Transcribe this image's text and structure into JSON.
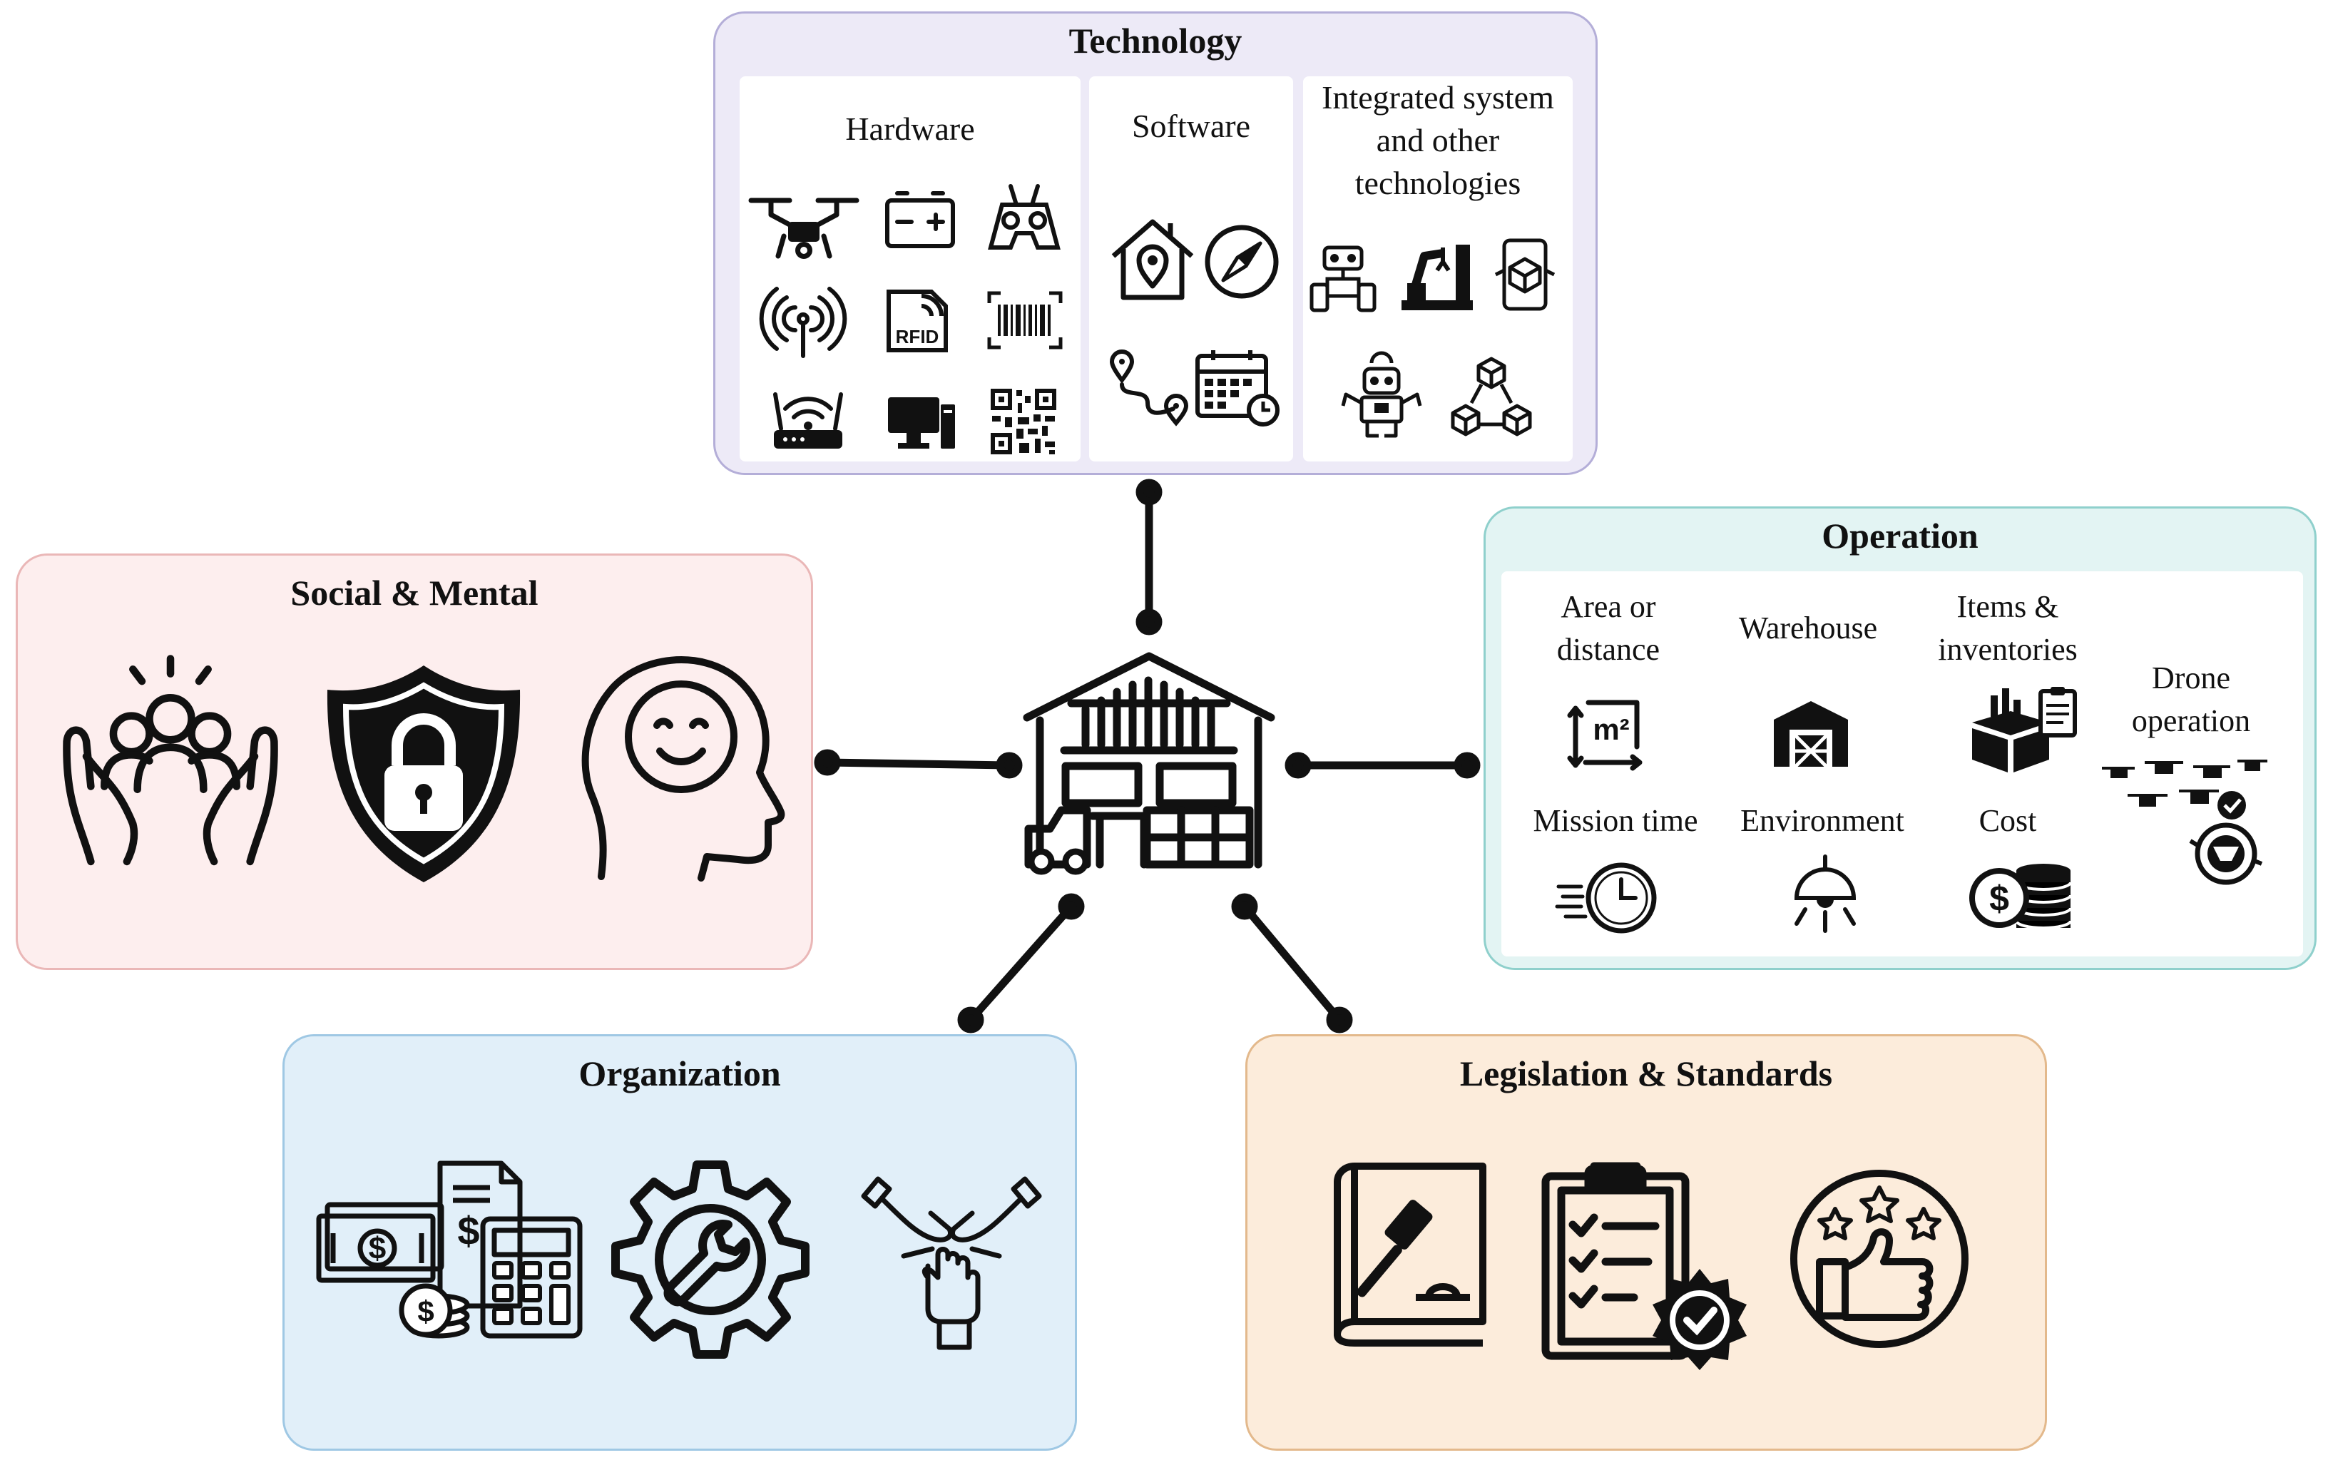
{
  "center": {
    "icon": "warehouse-icon"
  },
  "technology": {
    "title": "Technology",
    "hardware": {
      "label": "Hardware",
      "icons": [
        "drone-camera-icon",
        "battery-icon",
        "remote-controller-icon",
        "antenna-signal-icon",
        "rfid-icon",
        "barcode-icon",
        "wifi-router-icon",
        "computer-icon",
        "qr-code-icon"
      ]
    },
    "software": {
      "label": "Software",
      "icons": [
        "home-location-icon",
        "compass-icon",
        "route-icon",
        "calendar-icon"
      ]
    },
    "integrated": {
      "label": "Integrated system\nand other\ntechnologies",
      "icons": [
        "robot-vehicle-icon",
        "robotic-arm-icon",
        "mobile-ar-cube-icon",
        "robot-icon",
        "blockchain-icon"
      ]
    }
  },
  "social": {
    "title": "Social & Mental",
    "icons": [
      "people-in-hands-icon",
      "security-shield-lock-icon",
      "smiling-head-icon"
    ]
  },
  "operation": {
    "title": "Operation",
    "labels": {
      "area": "Area or\ndistance",
      "warehouse": "Warehouse",
      "items": "Items &\ninventories",
      "drone": "Drone\noperation",
      "mission": "Mission time",
      "environment": "Environment",
      "cost": "Cost"
    },
    "icons": [
      "area-m2-icon",
      "warehouse-building-icon",
      "inventory-box-icon",
      "drone-swarm-icon",
      "stopwatch-icon",
      "ceiling-lamp-icon",
      "coins-stack-icon"
    ]
  },
  "organization": {
    "title": "Organization",
    "icons": [
      "finance-icon",
      "gear-wrench-icon",
      "teamwork-hands-icon"
    ]
  },
  "legislation": {
    "title": "Legislation & Standards",
    "icons": [
      "law-book-icon",
      "certified-checklist-icon",
      "rating-thumbs-up-icon"
    ]
  },
  "colors": {
    "technology_bg": "#edeaf7",
    "technology_border": "#b4aed8",
    "social_bg": "#fdeeee",
    "social_border": "#eab7b7",
    "operation_bg": "#e3f4f3",
    "operation_border": "#8fd0cc",
    "organization_bg": "#e1eff9",
    "organization_border": "#9fc8e4",
    "legislation_bg": "#fcecdb",
    "legislation_border": "#e3b98c"
  }
}
